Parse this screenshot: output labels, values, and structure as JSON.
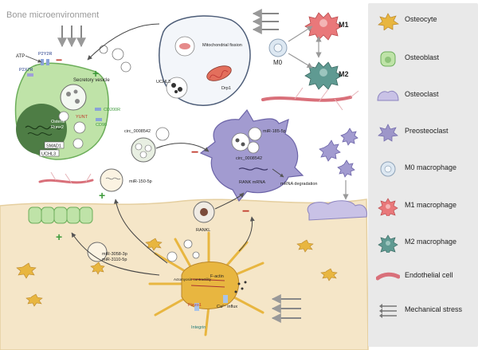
{
  "diagram": {
    "title": "Bone microenvironment",
    "labels": {
      "atp": "ATP",
      "p2y2r": "P2Y2R",
      "p2x7r": "P2X7R",
      "secretory_vesicle": "Secretory vesicle",
      "yap": "YUNT",
      "cd90": "CD90",
      "cd200r": "CD200R",
      "osterix": "Osterix",
      "runx2": "Runx2",
      "smad1": "SMAD1",
      "uchl3_left": "UCHL3",
      "mito_fission": "Mitochondrial fission",
      "drp1": "Drp1",
      "uchl3_top": "UCHL3",
      "m0": "M0",
      "m1": "M1",
      "m2": "M2",
      "circ_top": "circ_0008542",
      "mir185": "miR-185-5p",
      "circ_inner": "circ_0008542",
      "rank_mrna": "RANK mRNA",
      "mrna_degradation": "mRNA degradation",
      "mir150": "miR-150-5p",
      "rankl": "RANKL",
      "mir3058": "miR-3058-3p",
      "mir3110": "miR-3110-5p",
      "actomyosin": "Actomyosin contractility",
      "factin": "F-actin",
      "calcium": "Ca²⁺ influx",
      "piezo1": "Piezo1",
      "integrin": "Integrin"
    },
    "signs": {
      "plus_osteoblast": "+",
      "plus_mir150": "+",
      "plus_lining": "+",
      "minus_circ": "−",
      "minus_rankl": "−",
      "minus_atp": "−"
    }
  },
  "legend": {
    "items": [
      {
        "label": "Osteocyte",
        "icon": "osteocyte-icon",
        "color": "#e8b640"
      },
      {
        "label": "Osteoblast",
        "icon": "osteoblast-icon",
        "color": "#bfe3a8"
      },
      {
        "label": "Osteoclast",
        "icon": "osteoclast-icon",
        "color": "#c9c2e6"
      },
      {
        "label": "Preosteoclast",
        "icon": "preosteoclast-icon",
        "color": "#9d96c9"
      },
      {
        "label": "M0 macrophage",
        "icon": "m0-macrophage-icon",
        "color": "#dde8f2"
      },
      {
        "label": "M1 macrophage",
        "icon": "m1-macrophage-icon",
        "color": "#e9787a"
      },
      {
        "label": "M2 macrophage",
        "icon": "m2-macrophage-icon",
        "color": "#5f9a92"
      },
      {
        "label": "Endothelial cell",
        "icon": "endothelial-cell-icon",
        "color": "#d9707a"
      },
      {
        "label": "Mechanical stress",
        "icon": "mechanical-stress-icon",
        "color": "#777777"
      }
    ]
  },
  "colors": {
    "bone": "#f5e6c8",
    "bone_edge": "#e5cfa0",
    "osteoblast": "#bfe3a8",
    "nucleus": "#4e7d45",
    "osteocyte": "#e8b640",
    "preosteoclast": "#a29bd0",
    "macrophage_m1": "#e9787a",
    "macrophage_m2": "#5f9a92",
    "red": "#c0392b",
    "green": "#3c9a3a"
  }
}
